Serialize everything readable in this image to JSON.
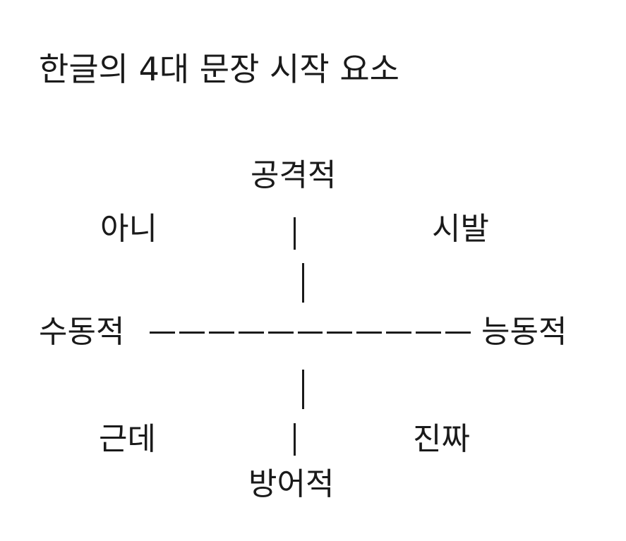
{
  "title": "한글의 4대 문장 시작 요소",
  "axes": {
    "top": "공격적",
    "bottom": "방어적",
    "left": "수동적",
    "right": "능동적"
  },
  "quadrants": {
    "top_left": "아니",
    "top_right": "시발",
    "bottom_left": "근데",
    "bottom_right": "진짜"
  }
}
